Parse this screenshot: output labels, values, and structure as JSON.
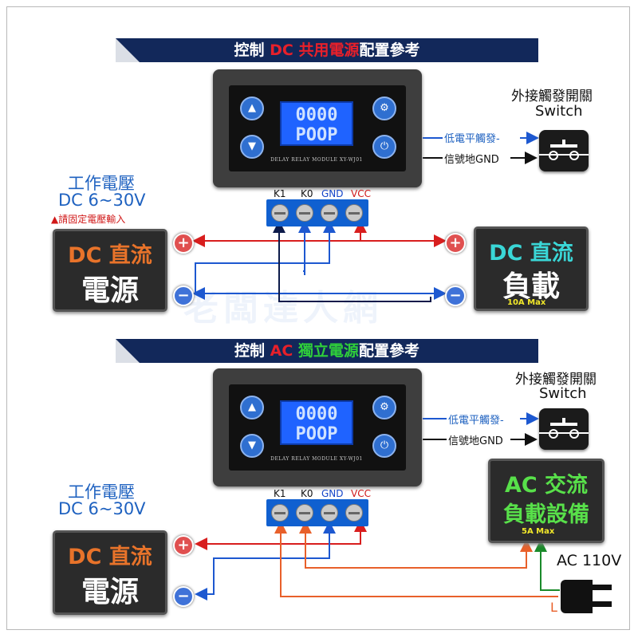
{
  "top": {
    "banner": {
      "p1": "控制 ",
      "p2": "DC",
      "p3": " 共用電源",
      "p4": "配置參考"
    },
    "lcd": {
      "line1": "0000",
      "line2": "POOP"
    },
    "module_label": "DELAY RELAY MODULE XY-WJ01",
    "terminals": [
      "K1",
      "K0",
      "GND",
      "VCC"
    ],
    "switch": {
      "title": "外接觸發開關",
      "subtitle": "Switch"
    },
    "low_trigger": "低電平觸發",
    "signal_gnd": "信號地GND",
    "power": {
      "title": "工作電壓",
      "range": "DC 6~30V",
      "warning": "▲請固定電壓輸入",
      "box_l1": "DC 直流",
      "box_l2": "電源"
    },
    "load": {
      "box_l1": "DC 直流",
      "box_l2": "負載",
      "max": "10A Max"
    },
    "plus": "+",
    "minus": "−"
  },
  "bottom": {
    "banner": {
      "p1": "控制 ",
      "p2": "AC",
      "p3": " 獨立電源",
      "p4": "配置參考"
    },
    "lcd": {
      "line1": "0000",
      "line2": "POOP"
    },
    "module_label": "DELAY RELAY MODULE XY-WJ01",
    "terminals": [
      "K1",
      "K0",
      "GND",
      "VCC"
    ],
    "switch": {
      "title": "外接觸發開關",
      "subtitle": "Switch"
    },
    "low_trigger": "低電平觸發",
    "signal_gnd": "信號地GND",
    "power": {
      "title": "工作電壓",
      "range": "DC 6~30V",
      "box_l1": "DC 直流",
      "box_l2": "電源"
    },
    "load": {
      "box_l1": "AC 交流",
      "box_l2": "負載設備",
      "max": "5A Max"
    },
    "ac_label": "AC 110V",
    "line_label": "L",
    "plus": "+",
    "minus": "−"
  },
  "watermark": "老闆達人網",
  "colors": {
    "banner": "#12285a",
    "red_wire": "#d81e1e",
    "blue_wire": "#1d58d0",
    "dark_wire": "#0c1a4a",
    "orange_wire": "#e8602a",
    "green_wire": "#1a8a2a",
    "dc_text": "#e8732a",
    "load_text": "#3ad6d6",
    "ac_text": "#58e04a"
  }
}
